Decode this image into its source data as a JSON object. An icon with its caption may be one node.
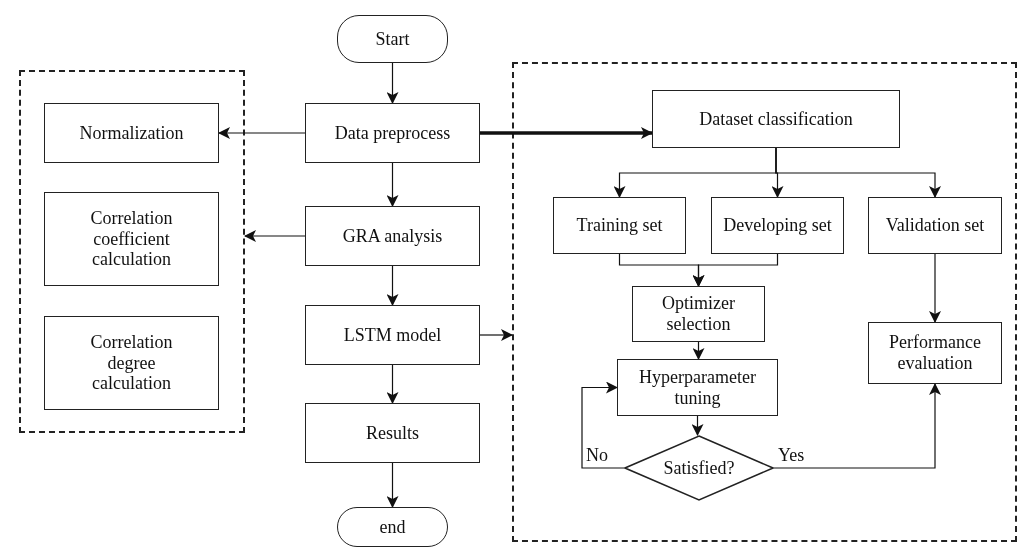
{
  "diagram": {
    "nodes": [
      {
        "text": [
          "Start"
        ]
      },
      {
        "text": [],
        "shape": "box"
      },
      {
        "text": [
          "Normalization"
        ],
        "in": 1
      },
      {
        "text": [
          "Correlation coefficient calculation"
        ],
        "in": 1
      },
      {
        "text": [
          "Correlation degree calculation"
        ],
        "in": 1
      },
      {
        "text": [
          "Data preprocess"
        ]
      },
      {
        "text": [
          "GRA analysis"
        ]
      },
      {
        "text": [
          "LSTM model"
        ]
      },
      {
        "text": [
          "Results"
        ]
      },
      {
        "text": [
          "end"
        ]
      },
      {
        "text": [],
        "shape": "box"
      },
      {
        "text": [
          "Dataset classification"
        ],
        "in": 10
      },
      {
        "text": [
          "Training set"
        ],
        "in": 10
      },
      {
        "text": [
          "Developing set"
        ],
        "in": 10
      },
      {
        "text": [
          "Validation set"
        ],
        "in": 10
      },
      {
        "text": [
          "Optimizer selection"
        ],
        "in": 10
      },
      {
        "text": [
          "Hyperparameter tuning"
        ],
        "in": 10
      },
      {
        "text": [
          "Satisfied?"
        ],
        "in": 10
      },
      {
        "text": [
          "Performance evaluation"
        ],
        "in": 10
      }
    ],
    "edges": [
      {
        "from": 0,
        "to": 5,
        "arrow": "to"
      },
      {
        "from": 5,
        "to": 2,
        "arrow": "to"
      },
      {
        "from": 5,
        "to": 11,
        "arrow": "to",
        "style": "thick"
      },
      {
        "from": 5,
        "to": 6,
        "arrow": "to"
      },
      {
        "from": 6,
        "to": 1,
        "arrow": "to"
      },
      {
        "from": 6,
        "to": 7,
        "arrow": "to"
      },
      {
        "from": 7,
        "to": 10,
        "arrow": "to"
      },
      {
        "from": 7,
        "to": 8,
        "arrow": "to"
      },
      {
        "from": 8,
        "to": 9,
        "arrow": "to"
      },
      {
        "from": 11,
        "to": 12,
        "arrow": "to"
      },
      {
        "from": 11,
        "to": 13,
        "arrow": "to"
      },
      {
        "from": 11,
        "to": 14,
        "arrow": "to"
      },
      {
        "from": 12,
        "to": 15,
        "arrow": "to"
      },
      {
        "from": 13,
        "to": 15,
        "arrow": "to"
      },
      {
        "from": 15,
        "to": 16,
        "arrow": "to"
      },
      {
        "from": 16,
        "to": 17,
        "arrow": "to"
      },
      {
        "from": 17,
        "to": 16,
        "arrow": "to",
        "label": "No"
      },
      {
        "from": 17,
        "to": 18,
        "arrow": "to",
        "label": "Yes"
      },
      {
        "from": 14,
        "to": 18,
        "arrow": "to"
      }
    ]
  }
}
